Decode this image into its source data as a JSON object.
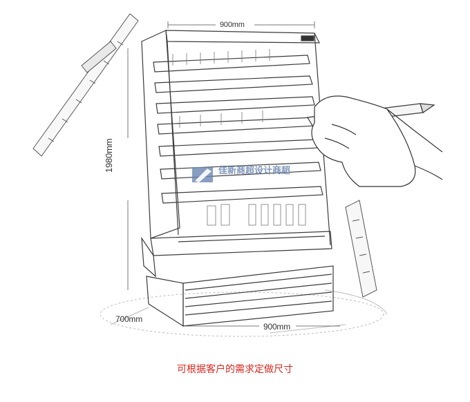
{
  "dimensions": {
    "top_width": "900mm",
    "bottom_width": "900mm",
    "depth": "700mm",
    "height": "1980mm"
  },
  "watermark": "佳新商超设计商超",
  "caption": "可根据客户的需求定做尺寸",
  "colors": {
    "caption": "#d8261c",
    "line": "#3a3a3a",
    "watermark": "#6a86b0"
  }
}
